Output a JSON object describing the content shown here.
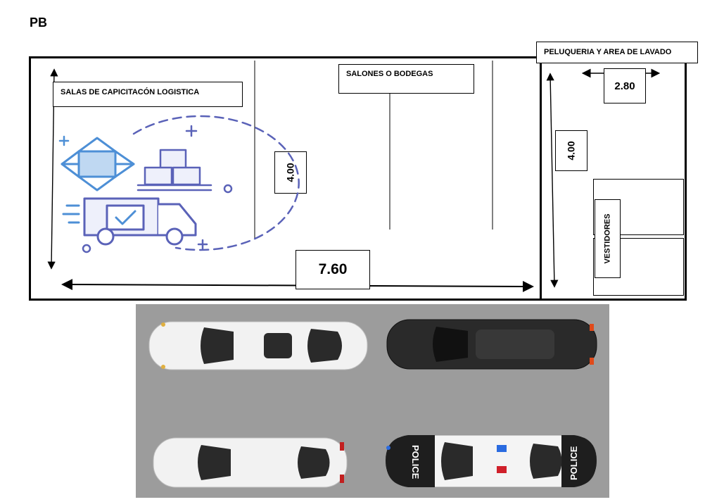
{
  "plan": {
    "title": "PB",
    "rooms": {
      "training": "SALAS DE CAPICITACÓN LOGISTICA",
      "salons": "SALONES O BODEGAS",
      "barber": "PELUQUERIA Y AREA DE LAVADO",
      "dressing": "VESTIDORES"
    },
    "dimensions": {
      "main_width": "7.60",
      "main_height": "4.00",
      "side_width": "2.80",
      "side_height": "4.00"
    },
    "parking": {
      "police_text": "POLICE"
    },
    "colors": {
      "wall": "#000000",
      "icon_blue": "#4d8fd6",
      "icon_purple": "#5a62b8",
      "asphalt": "#9c9c9c"
    }
  }
}
